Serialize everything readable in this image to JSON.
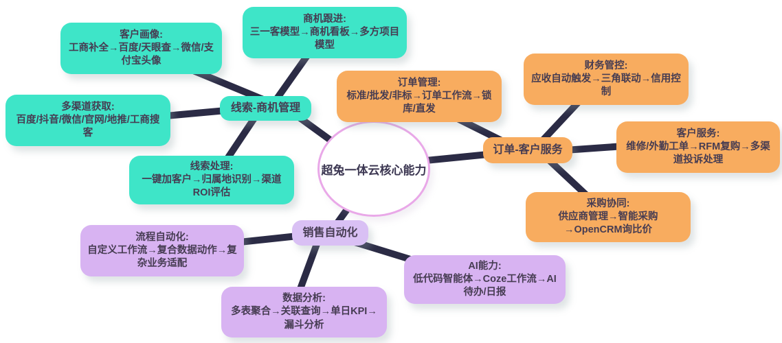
{
  "center": {
    "label": "超兔一体云核心能力"
  },
  "colors": {
    "teal": "#3EE5C8",
    "orange": "#F8AC5F",
    "purple": "#D8B3F2",
    "connector": "#2B2B45",
    "center_ring": "#E9A8E8"
  },
  "clusters": {
    "leads": {
      "branch_label": "线索-商机管理",
      "nodes": {
        "customer_profile": {
          "title": "客户画像:",
          "body": "工商补全→百度/天眼查→微信/支付宝头像"
        },
        "opportunity": {
          "title": "商机跟进:",
          "body": "三一客模型→商机看板→多方项目模型"
        },
        "channels": {
          "title": "多渠道获取:",
          "body": "百度/抖音/微信/官网/地推/工商搜客"
        },
        "lead_processing": {
          "title": "线索处理:",
          "body": "一键加客户→归属地识别→渠道ROI评估"
        }
      }
    },
    "orders": {
      "branch_label": "订单-客户服务",
      "nodes": {
        "order_mgmt": {
          "title": "订单管理:",
          "body": "标准/批发/非标→订单工作流→锁库/直发"
        },
        "finance": {
          "title": "财务管控:",
          "body": "应收自动触发→三角联动→信用控制"
        },
        "service": {
          "title": "客户服务:",
          "body": "维修/外勤工单→RFM复购→多渠道投诉处理"
        },
        "procurement": {
          "title": "采购协同:",
          "body": "供应商管理→智能采购→OpenCRM询比价"
        }
      }
    },
    "sales": {
      "branch_label": "销售自动化",
      "nodes": {
        "process_auto": {
          "title": "流程自动化:",
          "body": "自定义工作流→复合数据动作→复杂业务适配"
        },
        "ai": {
          "title": "AI能力:",
          "body": "低代码智能体→Coze工作流→AI待办/日报"
        },
        "analytics": {
          "title": "数据分析:",
          "body": "多表聚合→关联查询→单日KPI→漏斗分析"
        }
      }
    }
  }
}
